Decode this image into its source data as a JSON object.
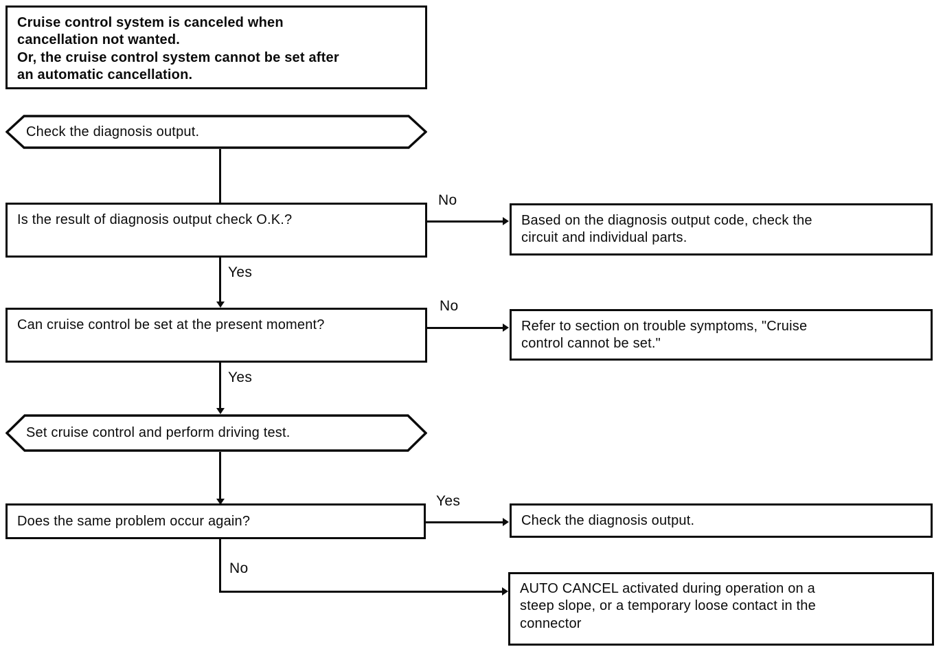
{
  "colors": {
    "ink": "#0b0b0b",
    "paper": "#ffffff"
  },
  "flow": {
    "problem_statement": "Cruise control system is canceled when\ncancellation not wanted.\nOr, the cruise control system cannot be set after\nan automatic cancellation.",
    "step_check_diagnosis": "Check the diagnosis output.",
    "q1": "Is the result of diagnosis output check O.K.?",
    "q1_no_label": "No",
    "q1_no_action": "Based on the diagnosis output code, check the\ncircuit and individual parts.",
    "q1_yes_label": "Yes",
    "q2": "Can cruise control be set at the present moment?",
    "q2_no_label": "No",
    "q2_no_action": "Refer to section on trouble symptoms, \"Cruise\ncontrol cannot be set.\"",
    "q2_yes_label": "Yes",
    "step_driving_test": "Set cruise control and perform driving test.",
    "q3": "Does the same problem occur again?",
    "q3_yes_label": "Yes",
    "q3_yes_action": "Check the diagnosis output.",
    "q3_no_label": "No",
    "q3_no_conclusion": "AUTO CANCEL activated during operation on a\nsteep slope, or a temporary loose contact in the\nconnector"
  }
}
